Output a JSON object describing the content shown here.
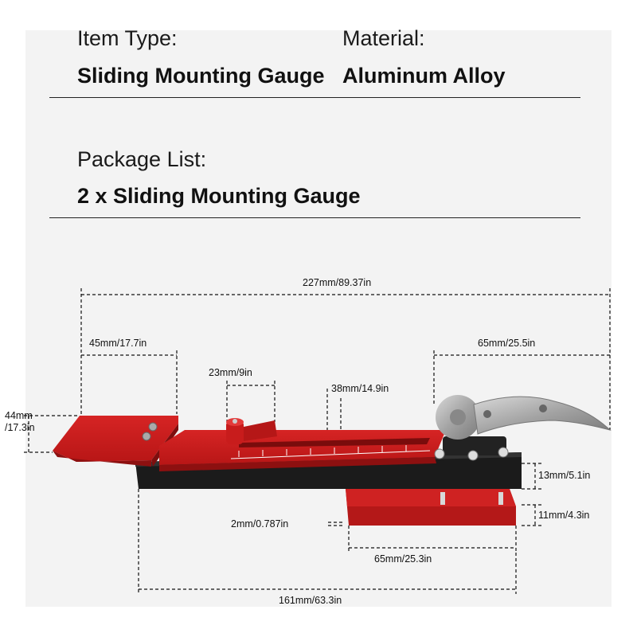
{
  "specs": {
    "item_type_label": "Item Type:",
    "item_type_value": "Sliding Mounting Gauge",
    "material_label": "Material:",
    "material_value": "Aluminum Alloy",
    "package_label": "Package List:",
    "package_value": "2 x Sliding Mounting Gauge"
  },
  "dimensions": {
    "overall_length": "227mm/89.37in",
    "left_section": "45mm/17.7in",
    "right_section_top": "65mm/25.5in",
    "stop_block": "23mm/9in",
    "offset": "38mm/14.9in",
    "left_height": "44mm\n/17.3in",
    "body_height": "13mm/5.1in",
    "base_height": "11mm/4.3in",
    "gap": "2mm/0.787in",
    "base_length": "65mm/25.3in",
    "bar_length": "161mm/63.3in"
  },
  "colors": {
    "background": "#f3f3f3",
    "red": "#c91c1c",
    "dark_red": "#8d1010",
    "black": "#1b1b1b",
    "silver": "#a9a9a9"
  }
}
